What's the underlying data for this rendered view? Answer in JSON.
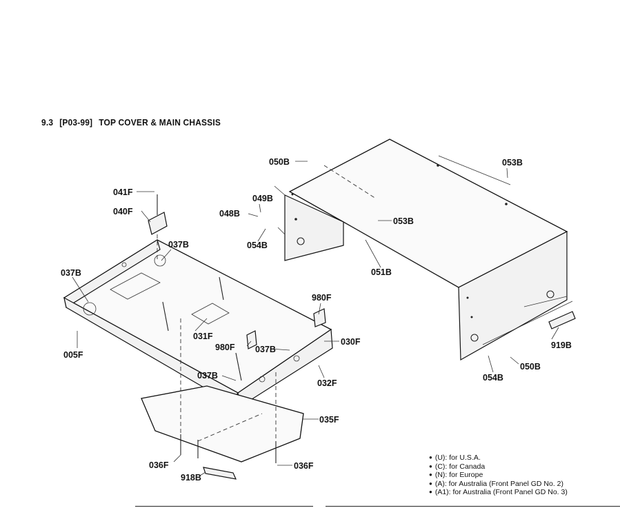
{
  "header": {
    "section": "9.3",
    "code": "[P03-99]",
    "title": "TOP COVER & MAIN CHASSIS"
  },
  "parts": [
    {
      "id": "label-041F",
      "text": "041F"
    },
    {
      "id": "label-040F",
      "text": "040F"
    },
    {
      "id": "label-037B-a",
      "text": "037B"
    },
    {
      "id": "label-037B-b",
      "text": "037B"
    },
    {
      "id": "label-005F",
      "text": "005F"
    },
    {
      "id": "label-031F",
      "text": "031F"
    },
    {
      "id": "label-980F-a",
      "text": "980F"
    },
    {
      "id": "label-980F-b",
      "text": "980F"
    },
    {
      "id": "label-037B-c",
      "text": "037B"
    },
    {
      "id": "label-030F",
      "text": "030F"
    },
    {
      "id": "label-032F",
      "text": "032F"
    },
    {
      "id": "label-037B-d",
      "text": "037B"
    },
    {
      "id": "label-035F",
      "text": "035F"
    },
    {
      "id": "label-036F-a",
      "text": "036F"
    },
    {
      "id": "label-036F-b",
      "text": "036F"
    },
    {
      "id": "label-918B",
      "text": "918B"
    },
    {
      "id": "label-050B-a",
      "text": "050B"
    },
    {
      "id": "label-049B",
      "text": "049B"
    },
    {
      "id": "label-048B",
      "text": "048B"
    },
    {
      "id": "label-054B-a",
      "text": "054B"
    },
    {
      "id": "label-053B-a",
      "text": "053B"
    },
    {
      "id": "label-053B-b",
      "text": "053B"
    },
    {
      "id": "label-051B",
      "text": "051B"
    },
    {
      "id": "label-919B",
      "text": "919B"
    },
    {
      "id": "label-054B-b",
      "text": "054B"
    },
    {
      "id": "label-050B-b",
      "text": "050B"
    }
  ],
  "legend": [
    "(U): for U.S.A.",
    "(C): for Canada",
    "(N): for Europe",
    "(A): for Australia (Front Panel GD No. 2)",
    "(A1): for Australia (Front Panel GD No. 3)"
  ]
}
